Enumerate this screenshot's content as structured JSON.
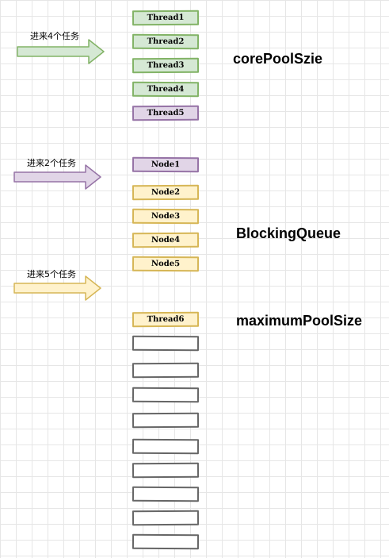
{
  "labels": {
    "core_pool_size": "corePoolSzie",
    "blocking_queue": "BlockingQueue",
    "maximum_pool_size": "maximumPoolSize"
  },
  "arrows": [
    {
      "text": "进来4个任务",
      "color": "green"
    },
    {
      "text": "进来2个任务",
      "color": "purple"
    },
    {
      "text": "进来5个任务",
      "color": "yellow"
    }
  ],
  "threads": [
    "Thread1",
    "Thread2",
    "Thread3",
    "Thread4",
    "Thread5"
  ],
  "nodes": [
    "Node1",
    "Node2",
    "Node3",
    "Node4",
    "Node5"
  ],
  "max_pool": {
    "first": "Thread6"
  },
  "colors": {
    "green_fill": "#d5e8d4",
    "green_stroke": "#82b366",
    "purple_fill": "#e1d5e7",
    "purple_stroke": "#9673a6",
    "yellow_fill": "#fff2cc",
    "yellow_stroke": "#d6b656",
    "empty_fill": "#ffffff",
    "empty_stroke": "#666666"
  }
}
